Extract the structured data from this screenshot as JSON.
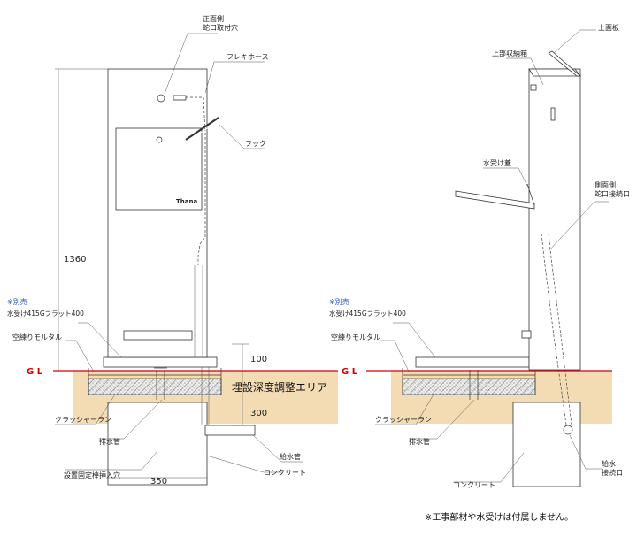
{
  "colors": {
    "gl_line": "#d40000",
    "soil": "#f3dcb4",
    "accent_text": "#2a55c8",
    "line": "#333333"
  },
  "brand_logo": "Thana",
  "left_view": {
    "labels": {
      "front_faucet_hole": [
        "正面側",
        "蛇口取付穴"
      ],
      "flexible_hose": "フレキホース",
      "hook": "フック",
      "separately_sold": "※別売",
      "water_tray": "水受け415Gフラット400",
      "dry_mortar": "空練りモルタル",
      "gl": "G L",
      "burial_depth_area": "埋設深度調整エリア",
      "crusher_run": "クラッシャーラン",
      "drain_pipe": "排水管",
      "water_supply_pipe": "給水管",
      "concrete": "コンクリート",
      "fixing_rod_hole": "設置固定棒挿入穴"
    },
    "dimensions": {
      "height": "1360",
      "above_gl": "100",
      "below_gl": "300",
      "width": "350"
    }
  },
  "right_view": {
    "labels": {
      "top_plate": "上面板",
      "upper_storage": "上部収納箱",
      "water_tray_lid": "水受け蓋",
      "side_faucet_connection": [
        "側面側",
        "蛇口接続口"
      ],
      "separately_sold": "※別売",
      "water_tray": "水受け415Gフラット400",
      "dry_mortar": "空練りモルタル",
      "gl": "G L",
      "crusher_run": "クラッシャーラン",
      "drain_pipe": "排水管",
      "concrete": "コンクリート",
      "water_supply_connection": [
        "給水",
        "接続口"
      ]
    }
  },
  "footnote": "※工事部材や水受けは付属しません。"
}
